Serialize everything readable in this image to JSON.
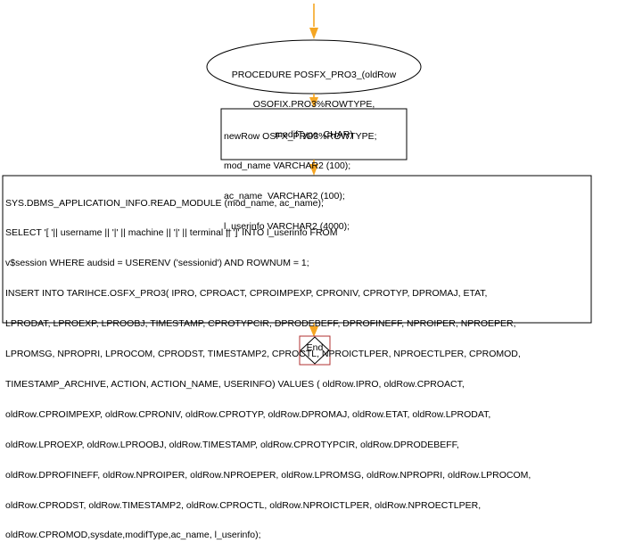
{
  "flowchart": {
    "start": {
      "lines": [
        "PROCEDURE POSFX_PRO3_(oldRow",
        "OSOFIX.PRO3%ROWTYPE,",
        "modifType  CHAR)"
      ]
    },
    "declarations": {
      "lines": [
        "newRow OSFX_PRO3%ROWTYPE;",
        "mod_name VARCHAR2 (100);",
        "ac_name  VARCHAR2 (100);",
        "l_userinfo VARCHAR2 (4000);"
      ]
    },
    "statements": {
      "lines": [
        "SYS.DBMS_APPLICATION_INFO.READ_MODULE (mod_name, ac_name);",
        "SELECT '[ '|| username || '|' || machine || '|' || terminal || ']' INTO l_userinfo FROM",
        "v$session WHERE audsid = USERENV ('sessionid') AND ROWNUM = 1;",
        "INSERT INTO TARIHCE.OSFX_PRO3( IPRO, CPROACT, CPROIMPEXP, CPRONIV, CPROTYP, DPROMAJ, ETAT,",
        "LPRODAT, LPROEXP, LPROOBJ, TIMESTAMP, CPROTYPCIR, DPRODEBEFF, DPROFINEFF, NPROIPER, NPROEPER,",
        "LPROMSG, NPROPRI, LPROCOM, CPRODST, TIMESTAMP2, CPROCTL, NPROICTLPER, NPROECTLPER, CPROMOD,",
        "TIMESTAMP_ARCHIVE, ACTION, ACTION_NAME, USERINFO) VALUES ( oldRow.IPRO, oldRow.CPROACT,",
        "oldRow.CPROIMPEXP, oldRow.CPRONIV, oldRow.CPROTYP, oldRow.DPROMAJ, oldRow.ETAT, oldRow.LPRODAT,",
        "oldRow.LPROEXP, oldRow.LPROOBJ, oldRow.TIMESTAMP, oldRow.CPROTYPCIR, oldRow.DPRODEBEFF,",
        "oldRow.DPROFINEFF, oldRow.NPROIPER, oldRow.NPROEPER, oldRow.LPROMSG, oldRow.NPROPRI, oldRow.LPROCOM,",
        "oldRow.CPRODST, oldRow.TIMESTAMP2, oldRow.CPROCTL, oldRow.NPROICTLPER, oldRow.NPROECTLPER,",
        "oldRow.CPROMOD,sysdate,modifType,ac_name, l_userinfo);"
      ]
    },
    "end": {
      "label": "End"
    },
    "colors": {
      "connector": "#f5a623",
      "node_border": "#000000",
      "end_border": "#b03030",
      "background": "#ffffff"
    }
  }
}
